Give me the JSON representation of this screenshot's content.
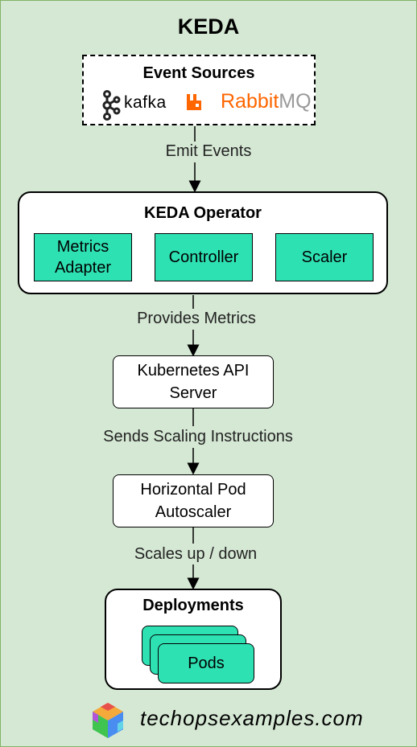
{
  "title": "KEDA",
  "event_sources": {
    "title": "Event Sources",
    "logos": [
      {
        "name": "kafka",
        "text": "kafka",
        "icon": "kafka-icon"
      },
      {
        "name": "rabbitmq",
        "text_main": "Rabbit",
        "text_suffix": "MQ",
        "icon": "rabbitmq-icon",
        "color": "#ff6600"
      }
    ]
  },
  "edges": {
    "emit": "Emit Events",
    "provides": "Provides Metrics",
    "sends": "Sends Scaling Instructions",
    "scales": "Scales up / down"
  },
  "operator": {
    "title": "KEDA Operator",
    "components": [
      "Metrics Adapter",
      "Controller",
      "Scaler"
    ]
  },
  "api_server": {
    "label": "Kubernetes API Server"
  },
  "hpa": {
    "label": "Horizontal Pod Autoscaler"
  },
  "deployments": {
    "title": "Deployments",
    "pods_label": "Pods"
  },
  "footer": {
    "text": "techopsexamples.com",
    "icon": "cube-logo-icon"
  },
  "colors": {
    "background": "#d5e8d4",
    "component_fill": "#2ee1b3",
    "rabbit_orange": "#ff6600"
  }
}
